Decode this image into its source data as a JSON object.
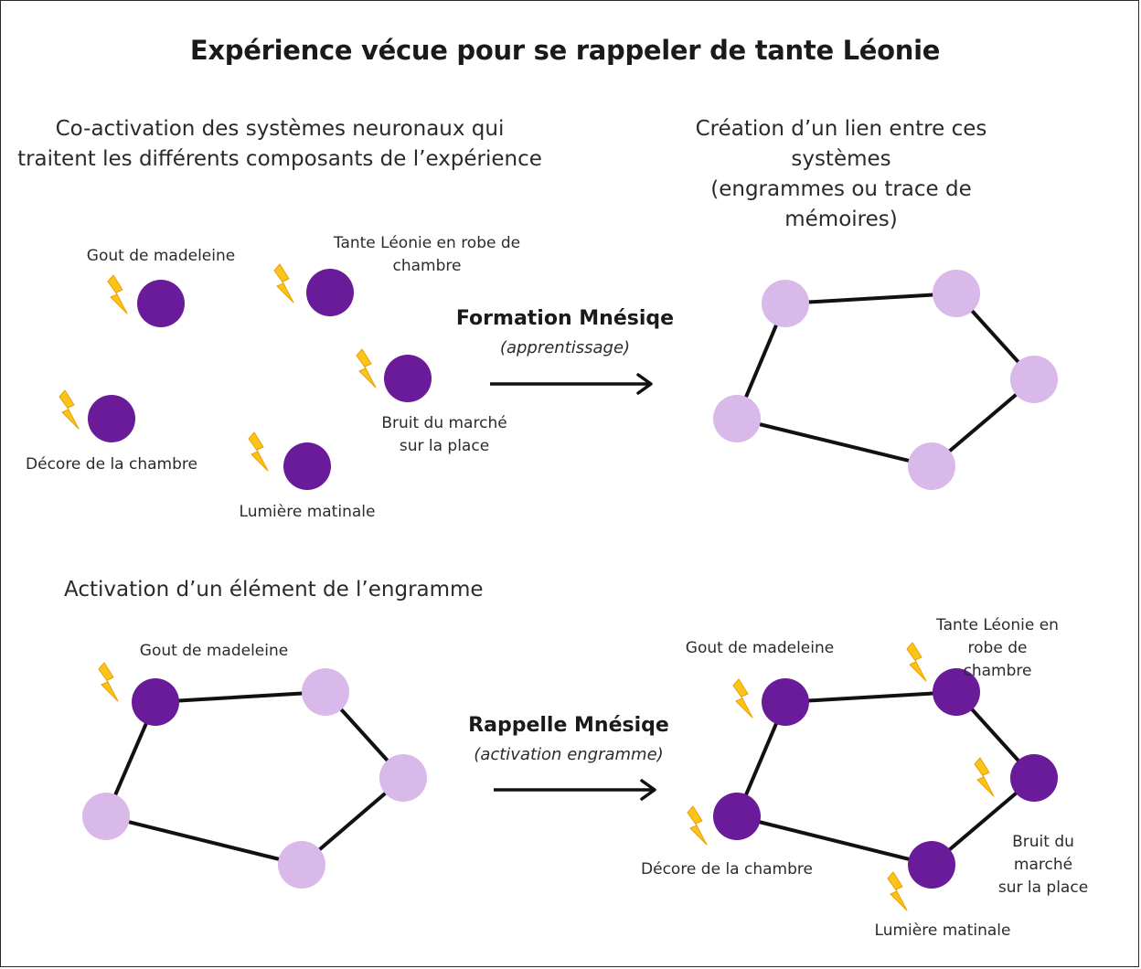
{
  "title": "Expérience vécue pour se rappeler de tante Léonie",
  "sections": {
    "coactivation": "Co-activation des systèmes neuronaux qui\ntraitent les différents composants de l’expérience",
    "creation": "Création d’un lien entre ces systèmes\n(engrammes ou trace de mémoires)",
    "activation": "Activation d’un élément de l’engramme"
  },
  "processes": {
    "formation": {
      "title": "Formation Mnésiqe",
      "subtitle": "(apprentissage)"
    },
    "rappel": {
      "title": "Rappelle Mnésiqe",
      "subtitle": "(activation engramme)"
    }
  },
  "labels": {
    "madeleine": "Gout de madeleine",
    "tante": "Tante Léonie en robe de\nchambre",
    "marche": "Bruit du marché\nsur la place",
    "chambre": "Décore de la chambre",
    "lumiere": "Lumière matinale"
  },
  "colors": {
    "active_neuron": "#6a1b9a",
    "inactive_neuron": "#d9b8ea",
    "link": "#111111",
    "lightning": "#fcc419",
    "lightning_stroke": "#e8a000",
    "arrow": "#111111"
  },
  "icons": {
    "stimulus": "lightning-bolt-icon",
    "arrow": "arrow-right-icon"
  }
}
